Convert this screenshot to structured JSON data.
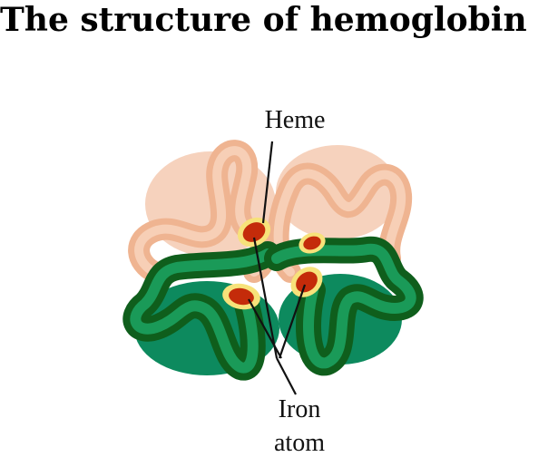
{
  "title": "The structure of hemoglobin",
  "labels": {
    "heme": "Heme",
    "iron_line1": "Iron",
    "iron_line2": "atom"
  },
  "colors": {
    "background": "#ffffff",
    "alpha_subunit_fill": "#f6d2bd",
    "alpha_chain": "#efb491",
    "alpha_chain_light": "#f7cfb6",
    "beta_subunit_fill": "#0d8a5e",
    "beta_chain_dark": "#0f5e1c",
    "beta_chain_mid": "#157a33",
    "beta_chain_light": "#1a9a58",
    "heme_ring": "#f7e27a",
    "heme_center": "#c42b0a",
    "pointer_line": "#111111"
  },
  "components": [
    {
      "name": "alpha-subunit-left",
      "color": "peach"
    },
    {
      "name": "alpha-subunit-right",
      "color": "peach"
    },
    {
      "name": "beta-subunit-left",
      "color": "green"
    },
    {
      "name": "beta-subunit-right",
      "color": "green"
    },
    {
      "name": "heme-group",
      "count": 4
    }
  ]
}
